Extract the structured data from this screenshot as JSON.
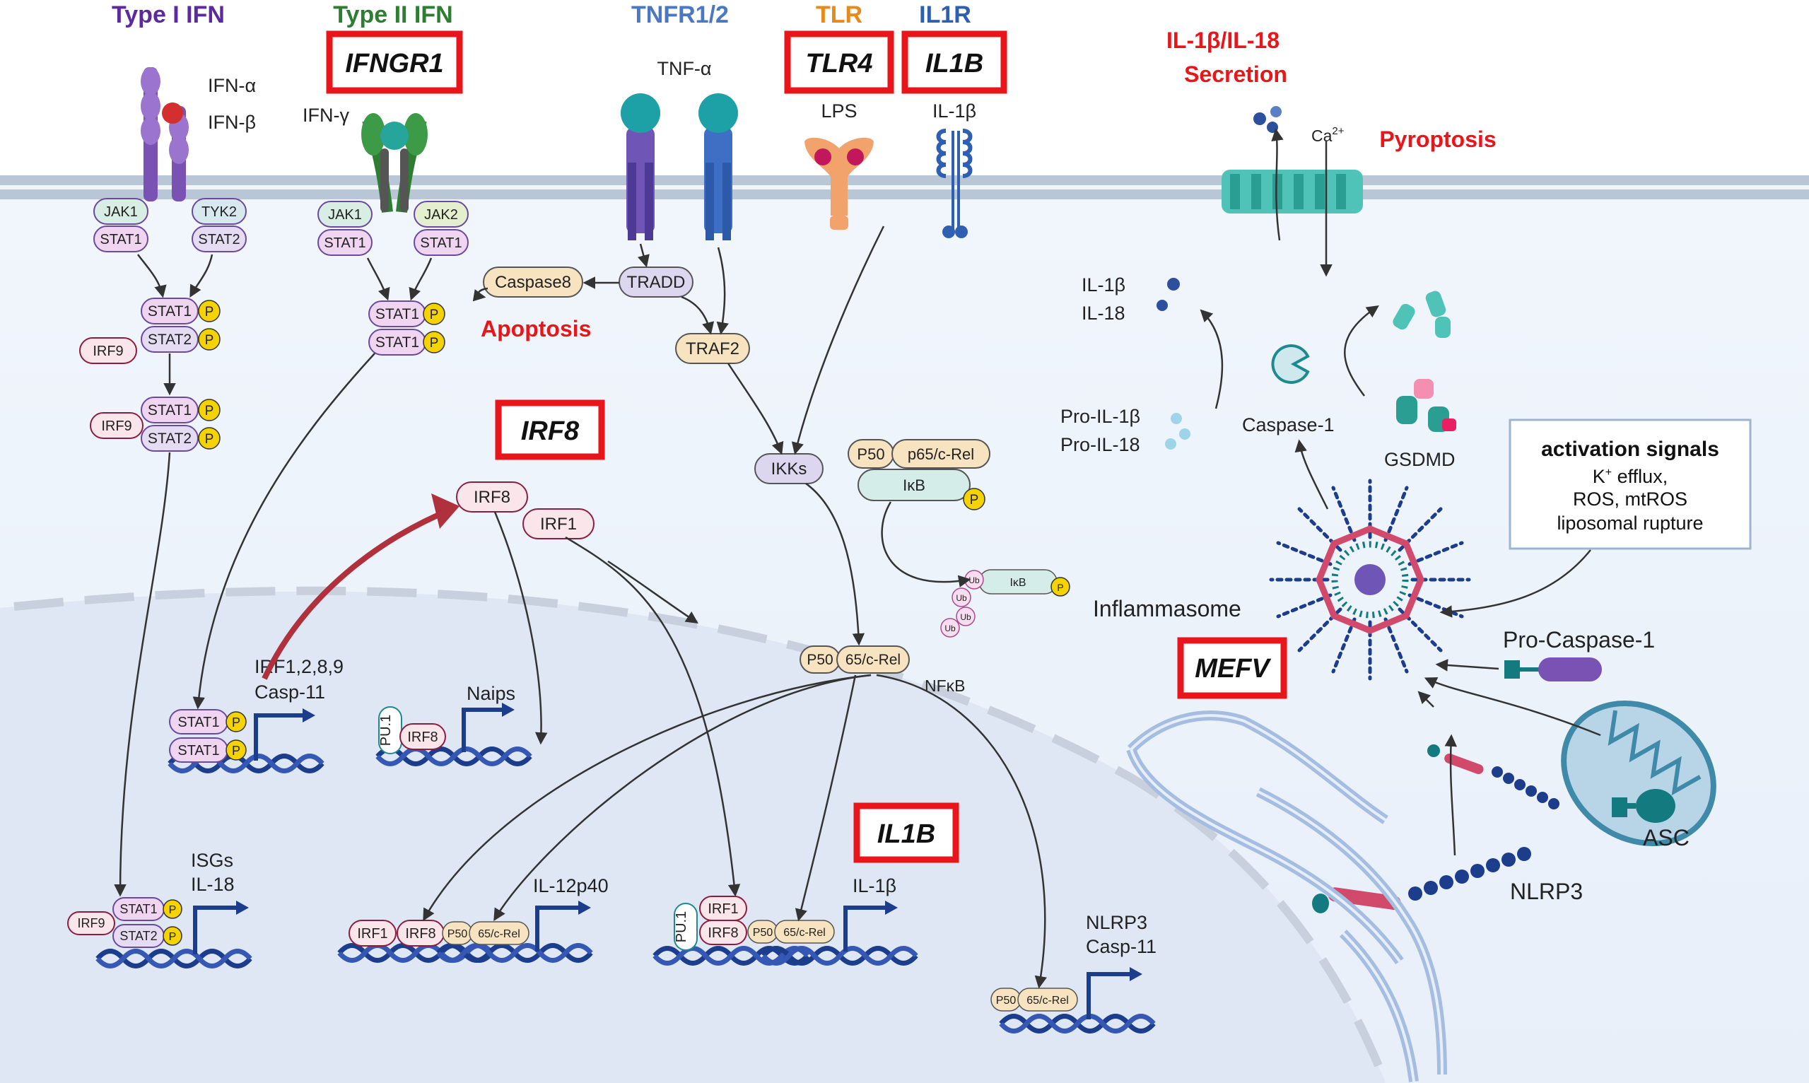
{
  "headers": {
    "type1": "Type I IFN",
    "type2": "Type II IFN",
    "tnfr": "TNFR1/2",
    "tlr": "TLR",
    "il1r": "IL1R"
  },
  "boxed_genes": {
    "ifngr1": "IFNGR1",
    "tlr4": "TLR4",
    "il1b_top": "IL1B",
    "irf8": "IRF8",
    "mefv": "MEFV",
    "il1b_nucleus": "IL1B"
  },
  "ligands": {
    "ifn_alpha": "IFN-α",
    "ifn_beta": "IFN-β",
    "ifn_gamma": "IFN-γ",
    "tnf_alpha": "TNF-α",
    "lps": "LPS",
    "il1beta": "IL-1β"
  },
  "proteins": {
    "jak1": "JAK1",
    "tyk2": "TYK2",
    "jak2": "JAK2",
    "stat1": "STAT1",
    "stat2": "STAT2",
    "irf9": "IRF9",
    "irf8": "IRF8",
    "irf1": "IRF1",
    "pu1": "PU.1",
    "p": "P",
    "tradd": "TRADD",
    "traf2": "TRAF2",
    "caspase8": "Caspase8",
    "ikks": "IKKs",
    "p50": "P50",
    "p65crel": "p65/c-Rel",
    "crel65": "65/c-Rel",
    "ikb": "IκB",
    "ub": "Ub",
    "nfkb": "NFκB"
  },
  "labels": {
    "apoptosis": "Apoptosis",
    "secretion_line1": "IL-1β/IL-18",
    "secretion_line2": "Secretion",
    "pyroptosis": "Pyroptosis",
    "ca2": "Ca",
    "ca2_sup": "2+",
    "il1b_mature": "IL-1β",
    "il18_mature": "IL-18",
    "pro_il1b": "Pro-IL-1β",
    "pro_il18": "Pro-IL-18",
    "caspase1": "Caspase-1",
    "gsdmd": "GSDMD",
    "inflammasome": "Inflammasome",
    "pro_caspase1": "Pro-Caspase-1",
    "nlrp3": "NLRP3",
    "asc": "ASC"
  },
  "activation_box": {
    "title": "activation signals",
    "line1_k": "K",
    "line1_sup": "+",
    "line1_rest": " efflux,",
    "line2": "ROS, mtROS",
    "line3": "liposomal rupture"
  },
  "target_genes": {
    "irf_casp_1": "IRF1,2,8,9",
    "irf_casp_2": "Casp-11",
    "naips": "Naips",
    "isgs": "ISGs",
    "il18": "IL-18",
    "il12p40": "IL-12p40",
    "il1b": "IL-1β",
    "nlrp3": "NLRP3",
    "casp11": "Casp-11"
  },
  "colors": {
    "type1": "#5b2a9e",
    "type2": "#2e7d32",
    "tnfr": "#4a78c2",
    "tlr": "#e8891c",
    "il1r": "#2f5fb0",
    "red": "#e8161b",
    "dna": "#1c3c8c"
  }
}
